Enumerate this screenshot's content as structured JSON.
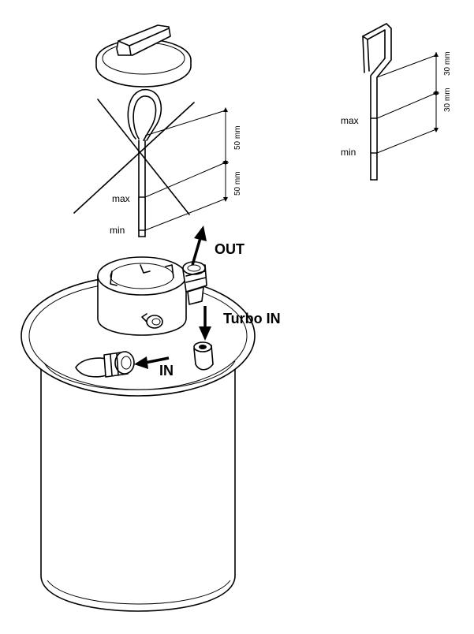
{
  "labels": {
    "old_dipstick": {
      "max": "max",
      "min": "min",
      "dim_upper": "50 mm",
      "dim_lower": "50 mm"
    },
    "new_dipstick": {
      "max": "max",
      "min": "min",
      "dim_upper": "30 mm",
      "dim_lower": "30 mm"
    },
    "ports": {
      "out": "OUT",
      "turbo_in": "Turbo IN",
      "in": "IN"
    }
  },
  "icons": [
    "filler-cap-icon",
    "crossed-out-mark-icon",
    "flow-arrow-icon"
  ],
  "colors": {
    "ink": "#000000",
    "paper": "#ffffff"
  }
}
